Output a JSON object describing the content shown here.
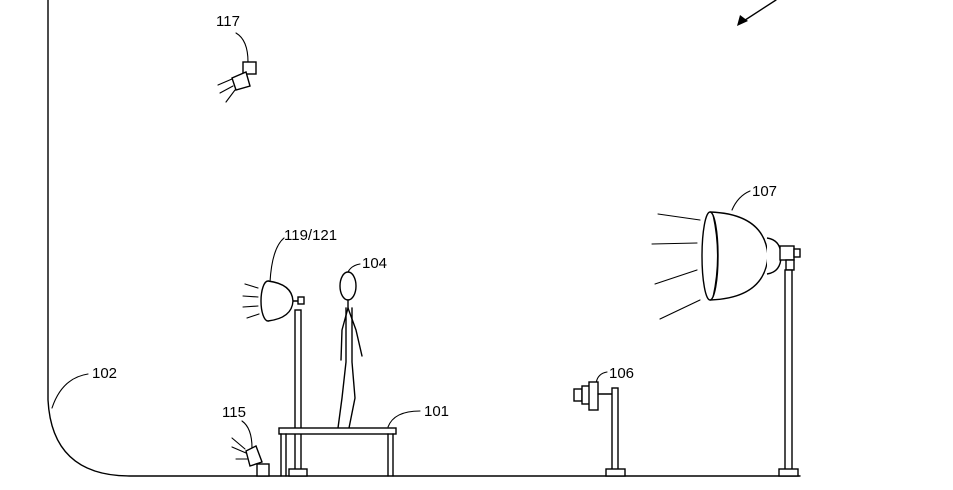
{
  "labels": {
    "floor_curve": "102",
    "platform": "101",
    "subject": "104",
    "camera": "106",
    "large_light": "107",
    "front_light": "119/121",
    "floor_light": "115",
    "ceiling_light": "117"
  }
}
